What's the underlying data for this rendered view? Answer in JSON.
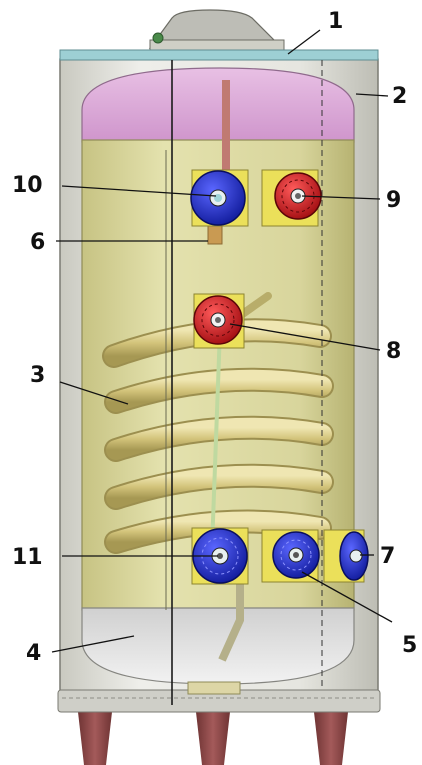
{
  "callouts": {
    "c1": "1",
    "c2": "2",
    "c3": "3",
    "c4": "4",
    "c5": "5",
    "c6": "6",
    "c7": "7",
    "c8": "8",
    "c9": "9",
    "c10": "10",
    "c11": "11"
  },
  "colors": {
    "shell": "#e4e4dc",
    "tank": "#dad79b",
    "top_dome": "#d9a8d6",
    "bottom_dome": "#dcdcdc",
    "coil": "#d8cb86",
    "cold_valve": "#1e2ad0",
    "hot_valve": "#d4181c",
    "lid": "#9dcfd4",
    "feet": "#8a4646"
  }
}
